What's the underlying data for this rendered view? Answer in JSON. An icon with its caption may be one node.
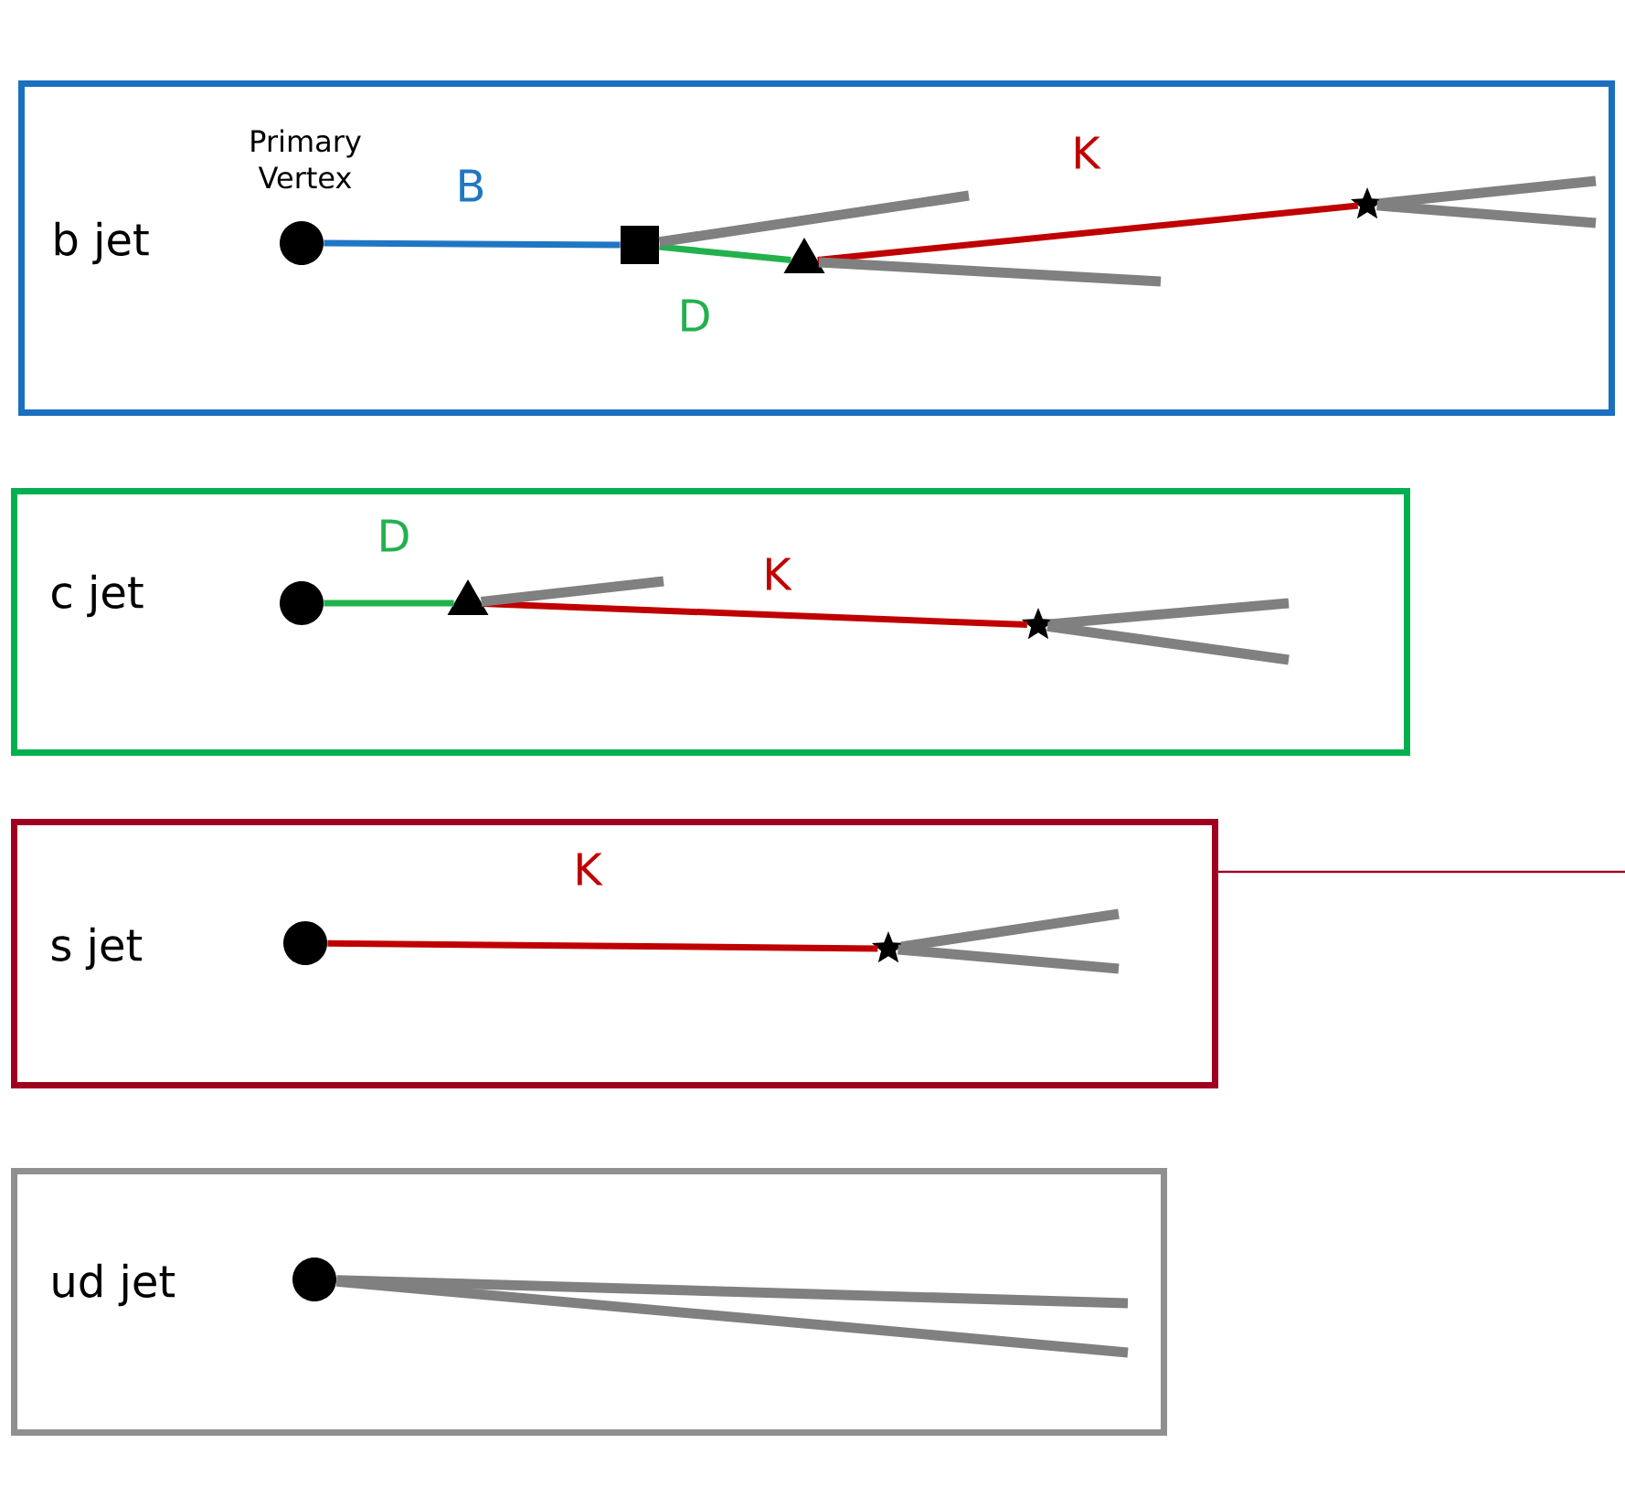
{
  "diagram": {
    "nodes": [
      {
        "text": [
          "b jet"
        ]
      },
      {
        "text": [],
        "shape": "circle",
        "in": 0,
        "beside": [
          "Primary Vertex"
        ]
      },
      {
        "text": [],
        "shape": "square",
        "in": 0
      },
      {
        "text": [],
        "shape": "triangle",
        "in": 0
      },
      {
        "text": [],
        "shape": "star",
        "in": 0
      },
      {
        "text": [
          "c jet"
        ]
      },
      {
        "text": [],
        "shape": "circle",
        "in": 5
      },
      {
        "text": [],
        "shape": "triangle",
        "in": 5
      },
      {
        "text": [],
        "shape": "star",
        "in": 5
      },
      {
        "text": [
          "s jet"
        ]
      },
      {
        "text": [],
        "shape": "circle",
        "in": 9
      },
      {
        "text": [],
        "shape": "star",
        "in": 9
      },
      {
        "text": [
          "ud jet"
        ]
      },
      {
        "text": [],
        "shape": "circle",
        "in": 12
      }
    ],
    "edges": [
      {
        "from": 1,
        "to": 2,
        "arrow": "none",
        "label": "B",
        "color": "#1f77c4"
      },
      {
        "from": 2,
        "to": 3,
        "arrow": "none",
        "label": "D",
        "color": "#22b14c"
      },
      {
        "from": 3,
        "to": 4,
        "arrow": "none",
        "label": "K",
        "color": "#c00000"
      },
      {
        "from": 2,
        "to": null,
        "arrow": "none"
      },
      {
        "from": 3,
        "to": null,
        "arrow": "none"
      },
      {
        "from": 4,
        "to": null,
        "arrow": "none"
      },
      {
        "from": 4,
        "to": null,
        "arrow": "none"
      },
      {
        "from": 6,
        "to": 7,
        "arrow": "none",
        "label": "D",
        "color": "#22b14c"
      },
      {
        "from": 7,
        "to": 8,
        "arrow": "none",
        "label": "K",
        "color": "#c00000"
      },
      {
        "from": 7,
        "to": null,
        "arrow": "none"
      },
      {
        "from": 8,
        "to": null,
        "arrow": "none"
      },
      {
        "from": 8,
        "to": null,
        "arrow": "none"
      },
      {
        "from": 10,
        "to": 11,
        "arrow": "none",
        "label": "K",
        "color": "#c00000"
      },
      {
        "from": 11,
        "to": null,
        "arrow": "none"
      },
      {
        "from": 11,
        "to": null,
        "arrow": "none"
      },
      {
        "from": 13,
        "to": null,
        "arrow": "none"
      },
      {
        "from": 13,
        "to": null,
        "arrow": "none"
      }
    ]
  }
}
